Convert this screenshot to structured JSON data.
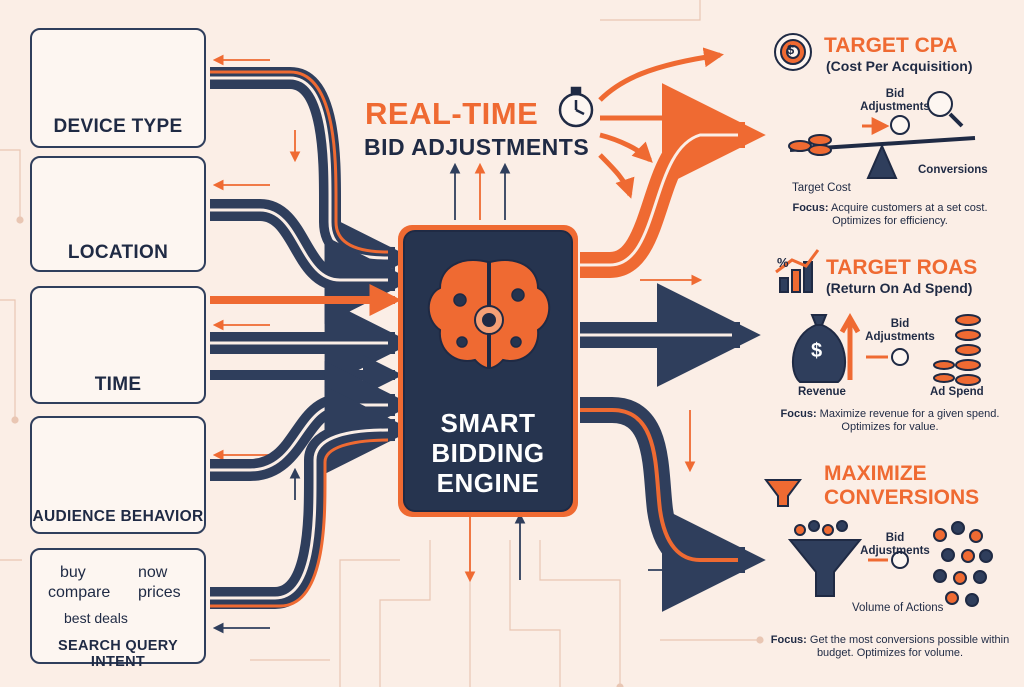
{
  "title": {
    "line1": "REAL-TIME",
    "line2": "BID ADJUSTMENTS"
  },
  "inputs": [
    "DEVICE TYPE",
    "LOCATION",
    "TIME",
    "AUDIENCE BEHAVIOR",
    "SEARCH QUERY INTENT"
  ],
  "query_words": [
    "buy",
    "now",
    "compare",
    "prices",
    "best deals"
  ],
  "engine": {
    "line1": "SMART",
    "line2": "BIDDING",
    "line3": "ENGINE"
  },
  "glyphs": {
    "dollar": "$"
  },
  "strategies": [
    {
      "title": "TARGET CPA",
      "subtitle": "(Cost Per Acquisition)",
      "mid_line1": "Bid",
      "mid_line2": "Adjustments",
      "left_label": "Target Cost",
      "right_label": "Conversions",
      "focus_label": "Focus:",
      "focus_text": "Acquire customers at a set cost. Optimizes for efficiency."
    },
    {
      "title": "TARGET ROAS",
      "subtitle": "(Return On Ad Spend)",
      "glyph": "%",
      "mid_line1": "Bid",
      "mid_line2": "Adjustments",
      "left_label": "Revenue",
      "right_label": "Ad Spend",
      "focus_label": "Focus:",
      "focus_text": "Maximize revenue for a given spend. Optimizes for value."
    },
    {
      "title_line1": "MAXIMIZE",
      "title_line2": "CONVERSIONS",
      "mid_line1": "Bid",
      "mid_line2": "Adjustments",
      "bottom_label": "Volume of Actions",
      "focus_label": "Focus:",
      "focus_text": "Get the most conversions possible within budget. Optimizes for volume."
    }
  ],
  "colors": {
    "accent": "#ef6a32",
    "navy": "#2f3e5c",
    "background": "#fbeee6"
  }
}
